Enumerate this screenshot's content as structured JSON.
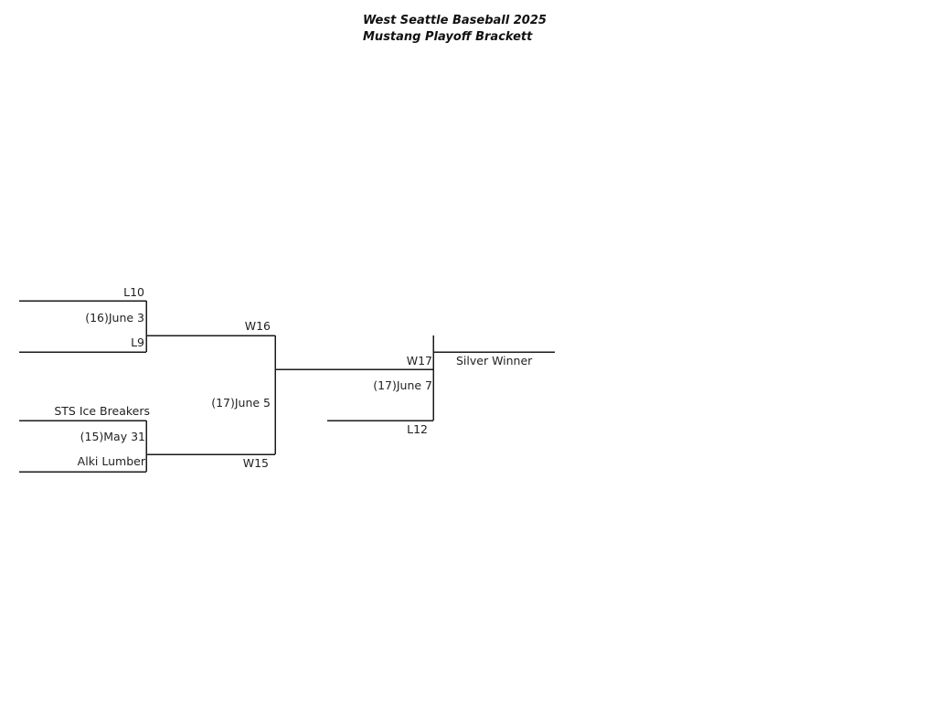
{
  "header": {
    "title_line1": "West Seattle Baseball 2025",
    "title_line2": "Mustang Playoff Brackett"
  },
  "bracket": {
    "game16": {
      "top_team": "L10",
      "game_info": "(16)June 3",
      "bottom_team": "L9",
      "winner": "W16"
    },
    "game15": {
      "top_team": "STS Ice Breakers",
      "game_info": "(15)May 31",
      "bottom_team": "Alki Lumber",
      "winner": "W15"
    },
    "game17_semifinal": {
      "game_info": "(17)June 5"
    },
    "final": {
      "top_team": "W17",
      "game_info": "(17)June 7",
      "bottom_team": "L12",
      "champion": "Silver Winner"
    }
  }
}
